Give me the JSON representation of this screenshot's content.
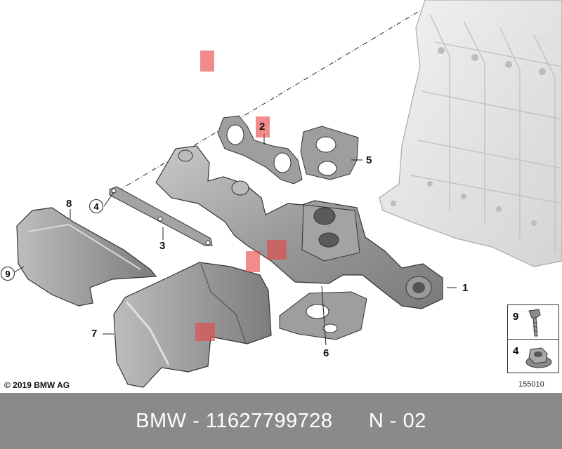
{
  "diagram": {
    "callouts": {
      "c1": "1",
      "c2": "2",
      "c3": "3",
      "c4": "4",
      "c5": "5",
      "c6": "6",
      "c7": "7",
      "c8": "8",
      "c9": "9"
    },
    "copyright": "© 2019 BMW AG",
    "diagram_id": "155010",
    "legend": {
      "row1_number": "9",
      "row2_number": "4"
    },
    "highlight_color": "#e84646"
  },
  "footer": {
    "text": "BMW - 11627799728      N - 02"
  }
}
